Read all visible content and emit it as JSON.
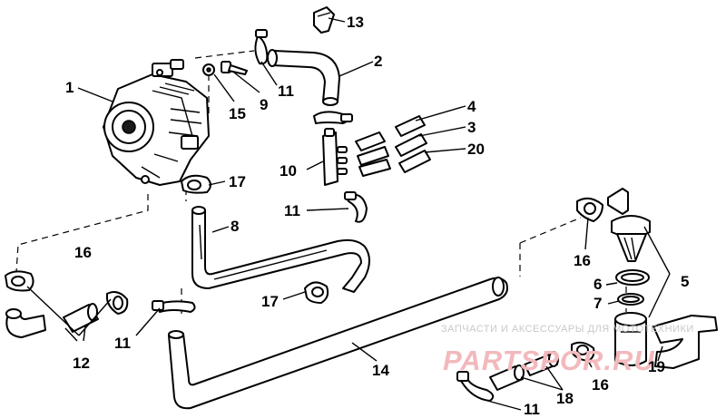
{
  "callouts": [
    {
      "id": "1",
      "text": "1"
    },
    {
      "id": "2",
      "text": "2"
    },
    {
      "id": "3",
      "text": "3"
    },
    {
      "id": "4",
      "text": "4"
    },
    {
      "id": "5",
      "text": "5"
    },
    {
      "id": "6",
      "text": "6"
    },
    {
      "id": "7",
      "text": "7"
    },
    {
      "id": "8",
      "text": "8"
    },
    {
      "id": "9",
      "text": "9"
    },
    {
      "id": "10",
      "text": "10"
    },
    {
      "id": "11",
      "text": "11"
    },
    {
      "id": "12",
      "text": "12"
    },
    {
      "id": "13",
      "text": "13"
    },
    {
      "id": "14",
      "text": "14"
    },
    {
      "id": "15",
      "text": "15"
    },
    {
      "id": "16",
      "text": "16"
    },
    {
      "id": "17",
      "text": "17"
    },
    {
      "id": "18",
      "text": "18"
    },
    {
      "id": "19",
      "text": "19"
    },
    {
      "id": "20",
      "text": "20"
    }
  ],
  "watermark": {
    "caption": "ЗАПЧАСТИ И АКСЕССУАРЫ ДЛЯ МОТОТЕХНИКИ",
    "logo": "PARTSPOR.RU"
  }
}
